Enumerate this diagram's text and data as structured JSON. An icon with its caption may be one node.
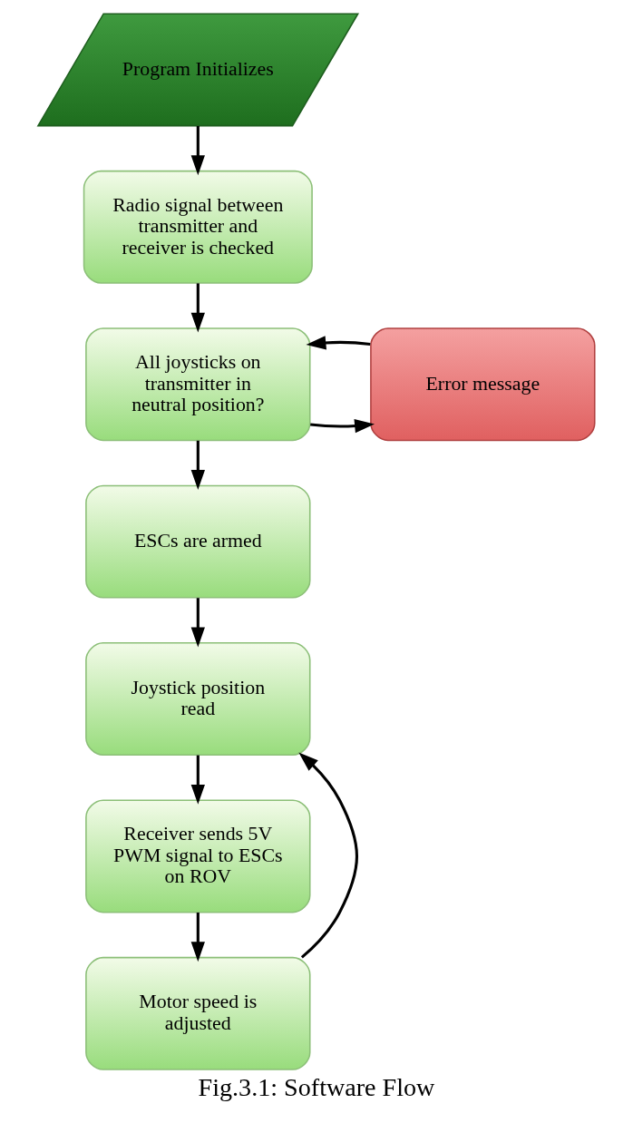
{
  "diagram": {
    "caption": "Fig.3.1: Software Flow",
    "nodes": [
      {
        "text": [
          "Program Initializes"
        ]
      },
      {
        "text": [
          "Radio signal between transmitter and receiver is checked"
        ]
      },
      {
        "text": [
          "All joysticks on transmitter in neutral position?"
        ]
      },
      {
        "text": [
          "Error message"
        ]
      },
      {
        "text": [
          "ESCs are armed"
        ]
      },
      {
        "text": [
          "Joystick position read"
        ]
      },
      {
        "text": [
          "Receiver sends 5V PWM signal to ESCs on ROV"
        ]
      },
      {
        "text": [
          "Motor speed is adjusted"
        ]
      }
    ],
    "edges": [
      {
        "from": 0,
        "to": 1,
        "arrow": "to"
      },
      {
        "from": 1,
        "to": 2,
        "arrow": "to"
      },
      {
        "from": 2,
        "to": 3,
        "arrow": "to"
      },
      {
        "from": 3,
        "to": 2,
        "arrow": "to"
      },
      {
        "from": 2,
        "to": 4,
        "arrow": "to"
      },
      {
        "from": 4,
        "to": 5,
        "arrow": "to"
      },
      {
        "from": 5,
        "to": 6,
        "arrow": "to"
      },
      {
        "from": 6,
        "to": 7,
        "arrow": "to"
      },
      {
        "from": 7,
        "to": 5,
        "arrow": "to"
      }
    ]
  }
}
